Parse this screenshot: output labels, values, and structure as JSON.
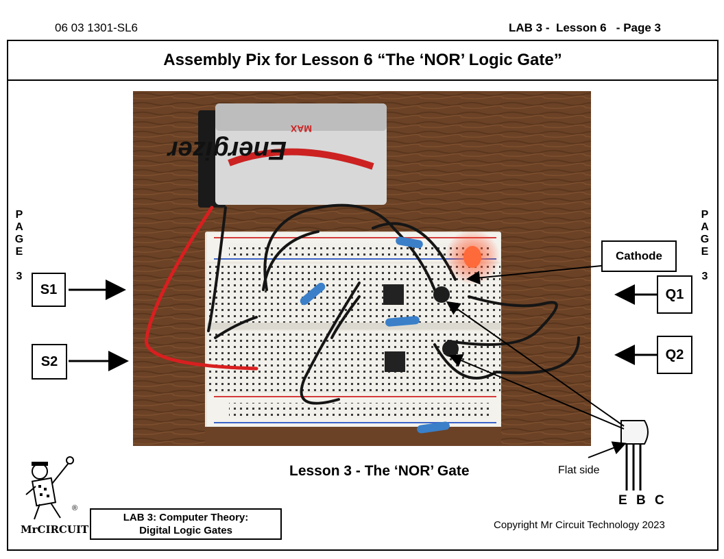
{
  "header": {
    "doc_code": "06 03 1301-SL6",
    "lab_page": "LAB 3 -  Lesson 6   - Page 3"
  },
  "title": "Assembly Pix for Lesson 6 “The ‘NOR’ Logic Gate”",
  "side_page": {
    "letters": [
      "P",
      "A",
      "G",
      "E"
    ],
    "number": "3"
  },
  "photo": {
    "battery_brand": "Energizer",
    "battery_model": "MAX"
  },
  "labels": {
    "s1": "S1",
    "s2": "S2",
    "q1": "Q1",
    "q2": "Q2",
    "cathode": "Cathode",
    "flat_side": "Flat side",
    "ebc": "E B C"
  },
  "caption": "Lesson 3 - The ‘NOR’ Gate",
  "lab_box": {
    "line1": "LAB 3:  Computer Theory:",
    "line2": "Digital Logic Gates"
  },
  "copyright": "Copyright Mr Circuit Technology 2023",
  "logo": {
    "text": "MrCIRCUIT",
    "registered": "®"
  },
  "colors": {
    "wood": "#6b4226",
    "breadboard": "#f2f0ea",
    "rail_red": "#d43a3a",
    "rail_blue": "#3a63c8",
    "wire_red": "#d81f1f",
    "wire_black": "#151515",
    "led": "#ff6a3a"
  }
}
